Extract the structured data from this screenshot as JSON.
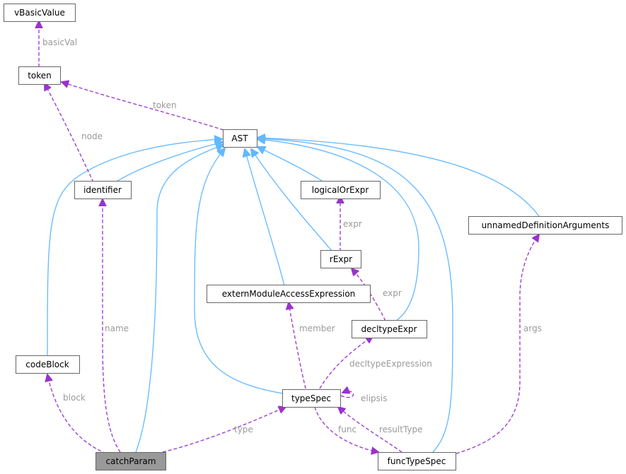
{
  "nodes": {
    "vBasicValue": "vBasicValue",
    "token": "token",
    "AST": "AST",
    "identifier": "identifier",
    "logicalOrExpr": "logicalOrExpr",
    "unnamedDefinitionArguments": "unnamedDefinitionArguments",
    "rExpr": "rExpr",
    "externModuleAccessExpression": "externModuleAccessExpression",
    "decltypeExpr": "decltypeExpr",
    "codeBlock": "codeBlock",
    "typeSpec": "typeSpec",
    "catchParam": "catchParam",
    "funcTypeSpec": "funcTypeSpec"
  },
  "edge_labels": {
    "basicVal": "basicVal",
    "token": "token",
    "node": "node",
    "expr_logical": "expr",
    "expr_rexpr": "expr",
    "name": "name",
    "member": "member",
    "decltypeExpression": "decltypeExpression",
    "args": "args",
    "block": "block",
    "type": "type",
    "elipsis": "elipsis",
    "func": "func",
    "resultType": "resultType"
  },
  "colors": {
    "inheritance": "#63b8ff",
    "usage": "#9a32cd",
    "label": "#9a9a9a",
    "highlight": "#999999"
  }
}
